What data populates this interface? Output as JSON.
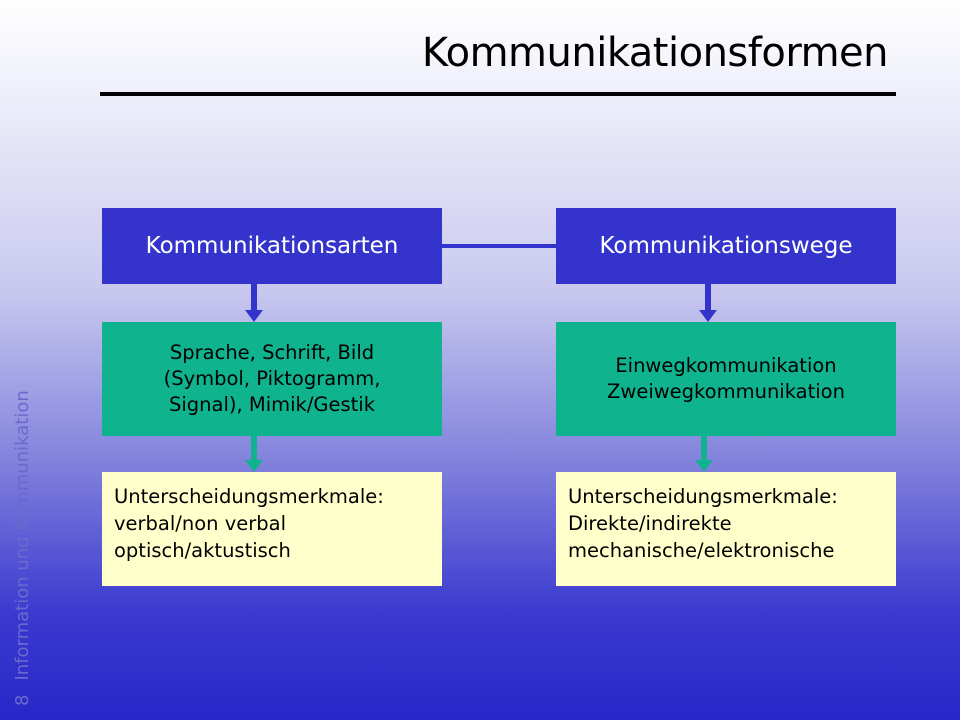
{
  "title": "Kommunikationsformen",
  "side_label": {
    "number": "8",
    "text": "Information und Kommunikation"
  },
  "left": {
    "header": "Kommunikationsarten",
    "details": [
      "Sprache, Schrift, Bild",
      "(Symbol, Piktogramm,",
      "Signal), Mimik/Gestik"
    ],
    "features": [
      "Unterscheidungsmerkmale:",
      "verbal/non verbal",
      "optisch/aktustisch"
    ]
  },
  "right": {
    "header": "Kommunikationswege",
    "details": [
      "Einwegkommunikation",
      "Zweiwegkommunikation"
    ],
    "features": [
      "Unterscheidungsmerkmale:",
      "Direkte/indirekte",
      "mechanische/elektronische"
    ]
  },
  "colors": {
    "header_box": "#3434cc",
    "detail_box": "#0fb38e",
    "feature_box": "#ffffcc",
    "blue_arrow": "#3434cc",
    "green_arrow": "#0fb38e"
  }
}
